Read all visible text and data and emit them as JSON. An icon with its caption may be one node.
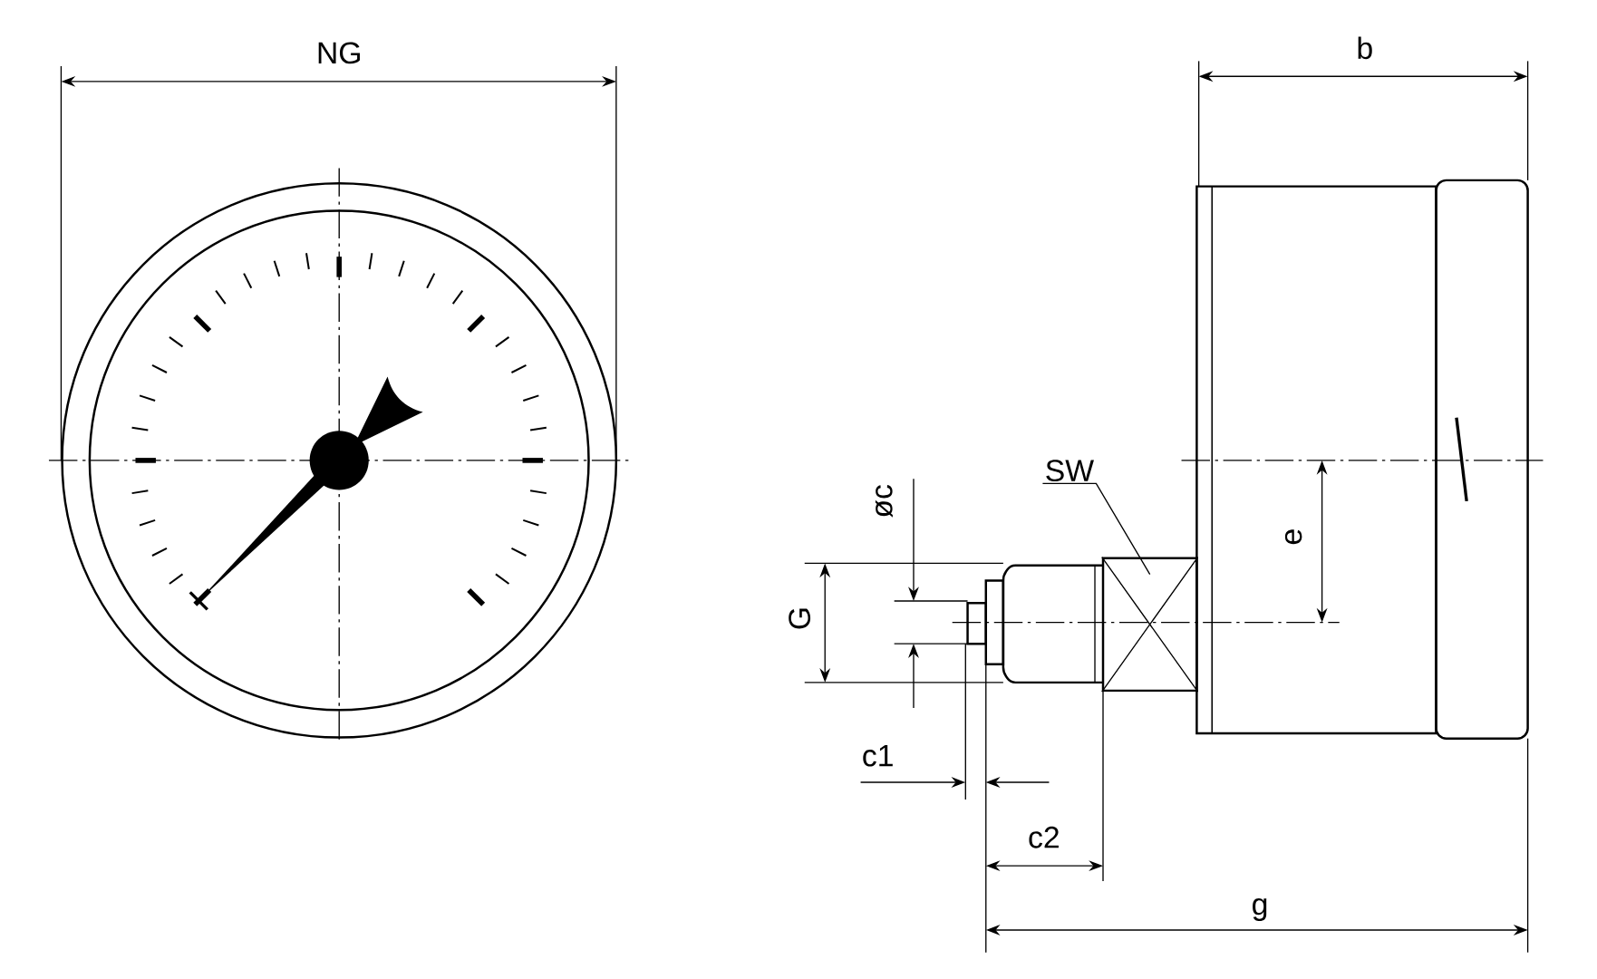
{
  "diagram": {
    "nodes": [
      {
        "text": [
          "SW"
        ]
      },
      {
        "text": [],
        "shape": "box"
      }
    ],
    "edges": [
      {
        "from": 0,
        "to": 1,
        "arrow": "none"
      }
    ],
    "labels": [
      "NG",
      "b",
      "øc",
      "e",
      "G",
      "c1",
      "c2",
      "g"
    ]
  }
}
